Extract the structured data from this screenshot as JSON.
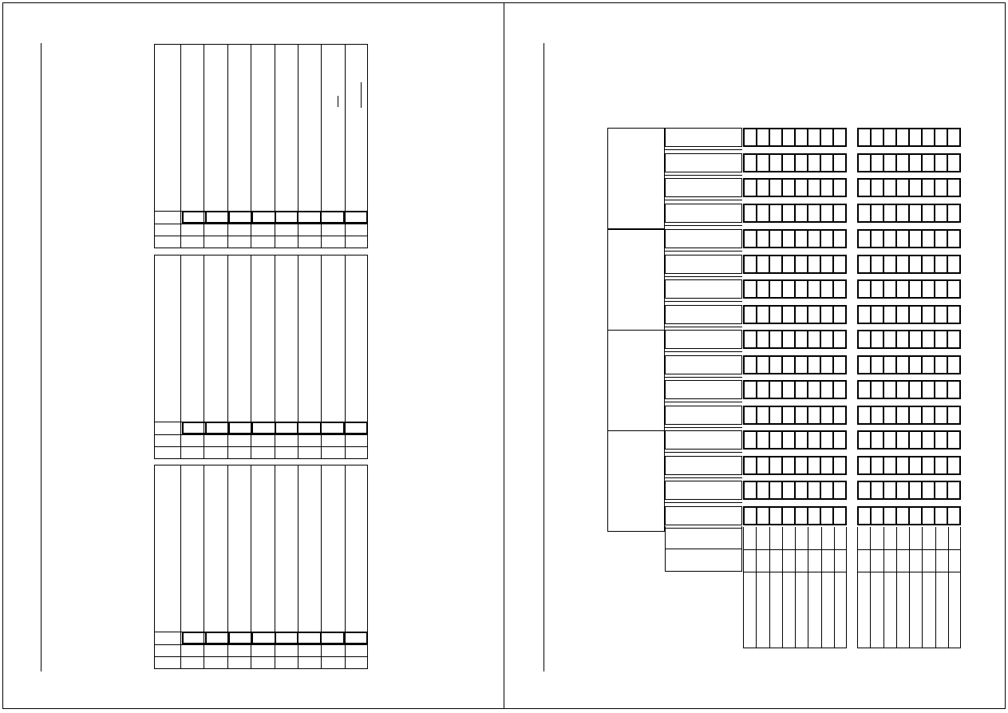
{
  "document": {
    "pages": [
      {
        "name": "left-page",
        "text": ""
      },
      {
        "name": "right-page",
        "text": ""
      }
    ],
    "left_panels": 3,
    "left_columns_per_panel": 8,
    "right_groups": 4,
    "right_rows_per_group": 4,
    "right_boxes_per_row": 8
  }
}
